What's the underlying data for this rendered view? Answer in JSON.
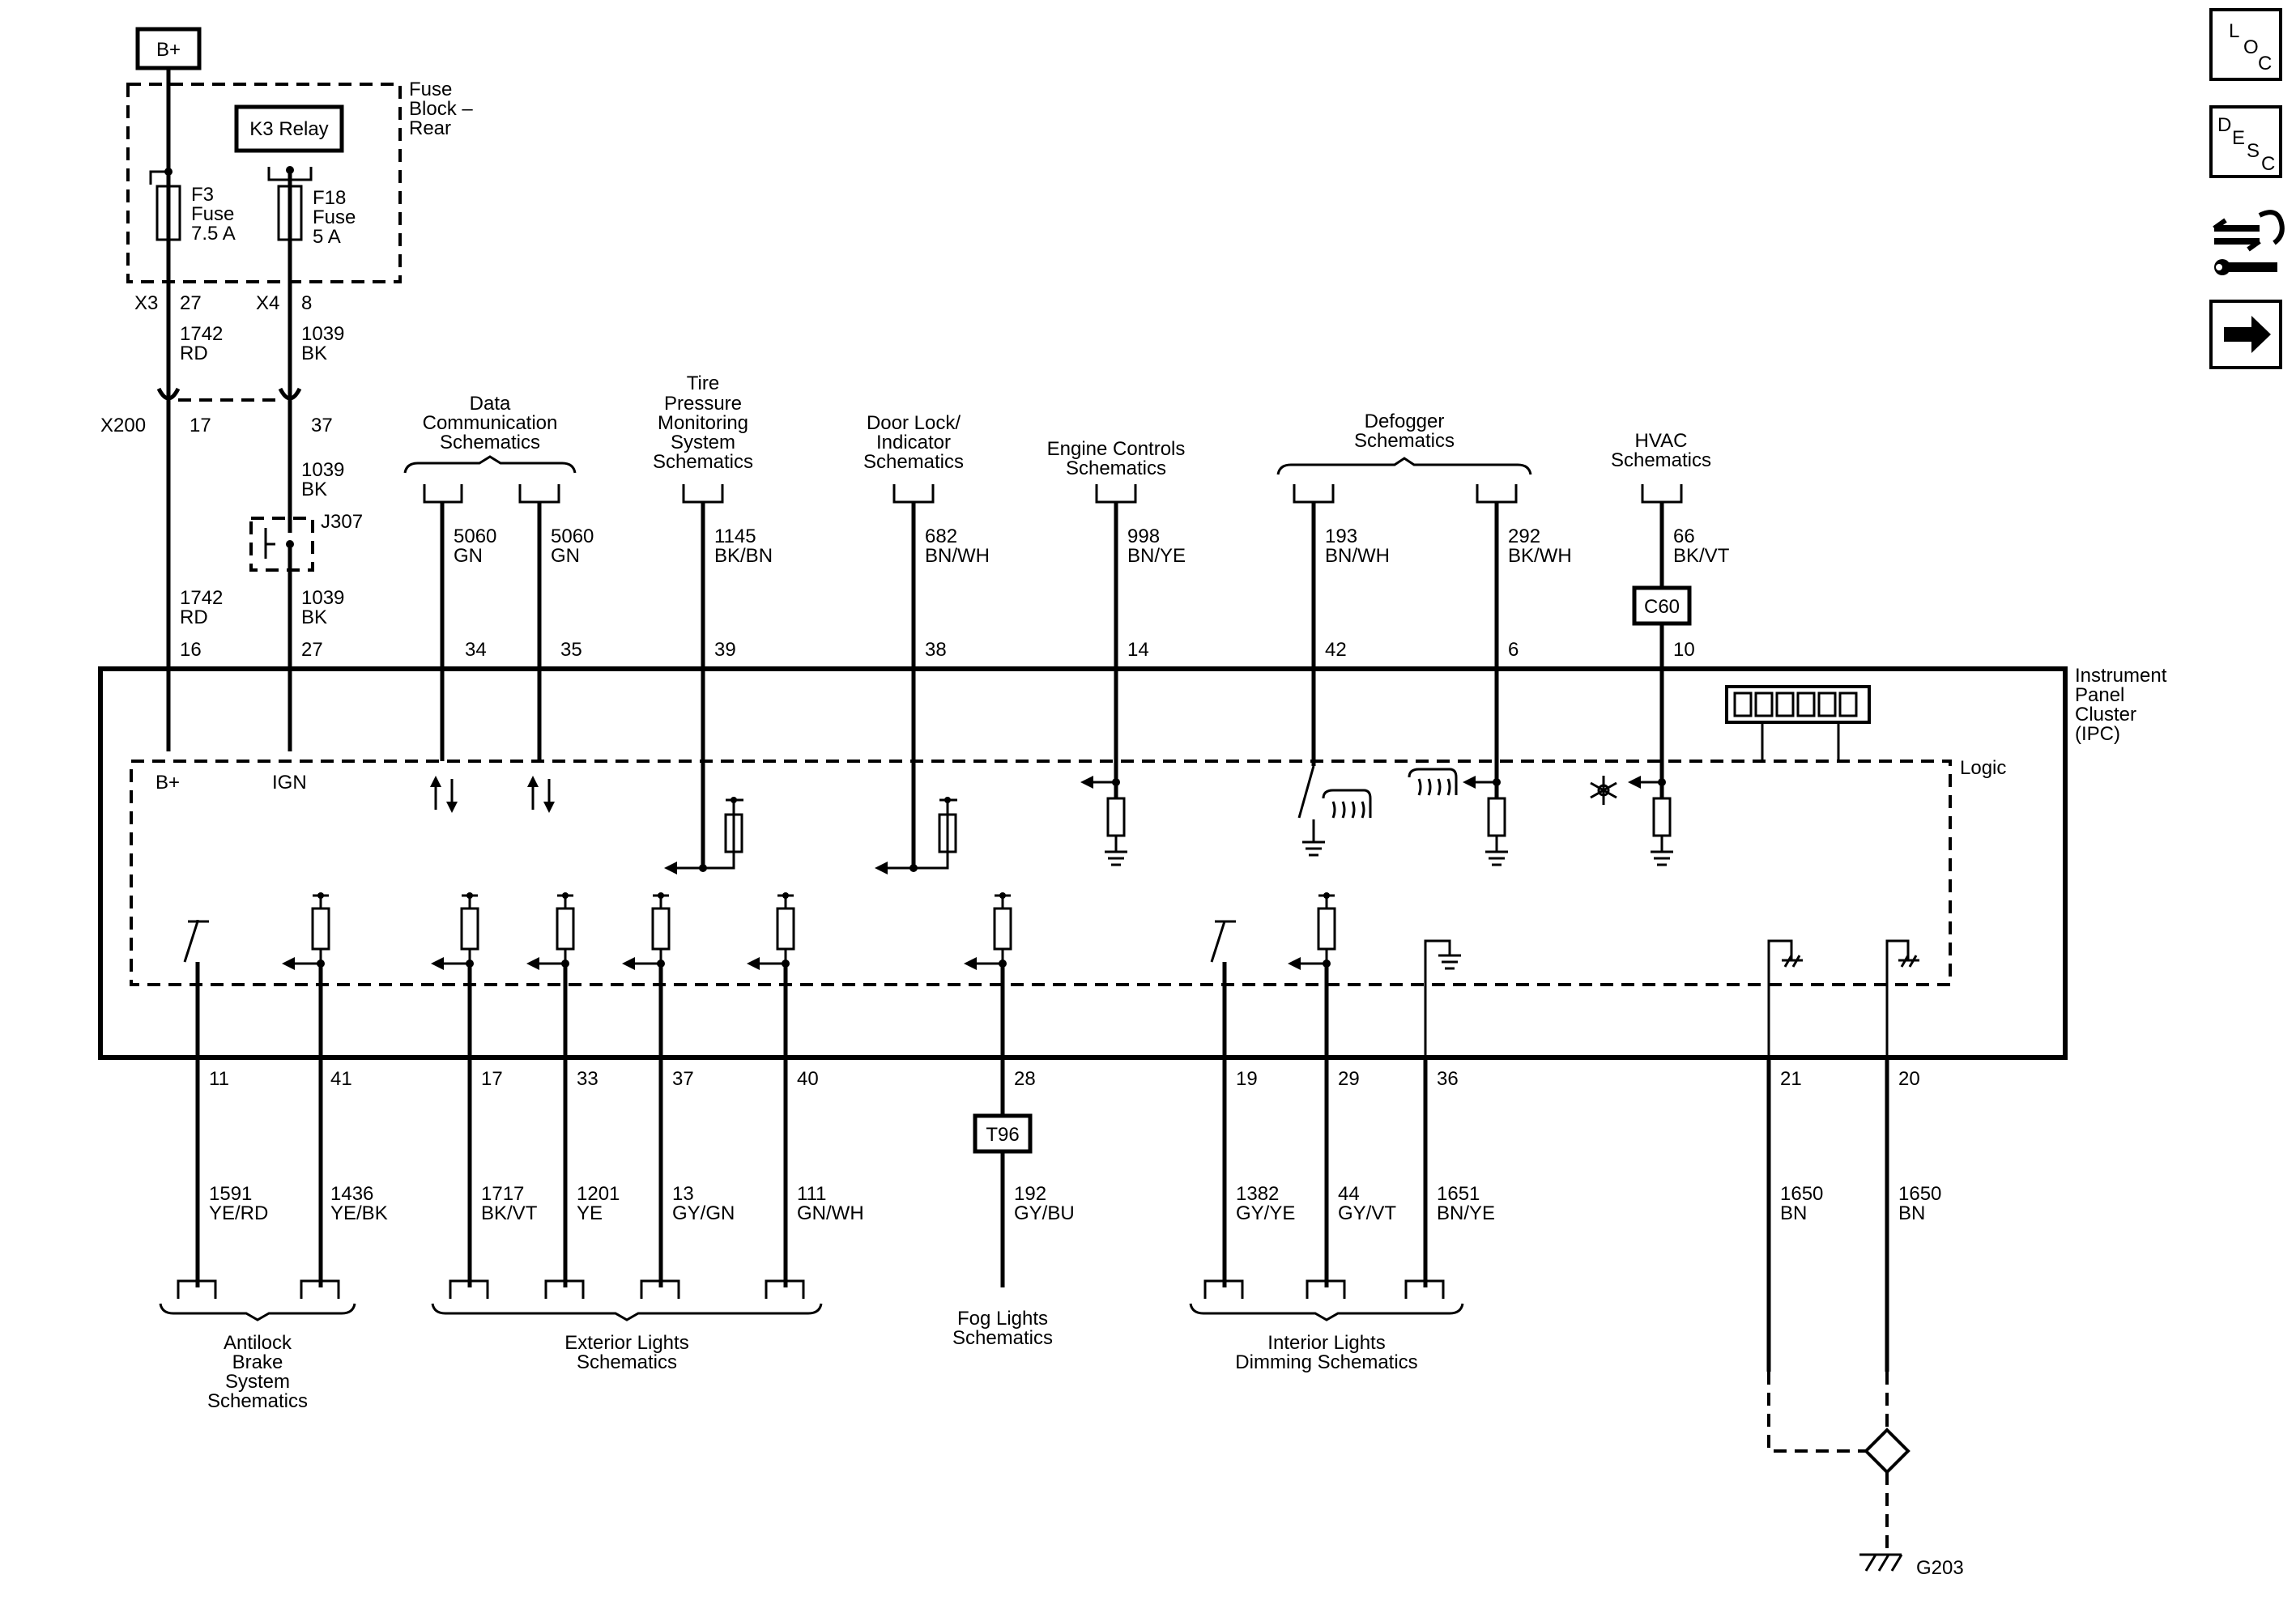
{
  "supply": {
    "bplus_label": "B+",
    "relay_label": "K3 Relay",
    "fuse_block_label": [
      "Fuse",
      "Block –",
      "Rear"
    ],
    "fuse_f3": [
      "F3",
      "Fuse",
      "7.5 A"
    ],
    "fuse_f18": [
      "F18",
      "Fuse",
      "5 A"
    ],
    "conn_x3": "X3",
    "pin_x3": "27",
    "conn_x4": "X4",
    "pin_x4": "8",
    "wire_1742_upper": [
      "1742",
      "RD"
    ],
    "wire_1039_upper": [
      "1039",
      "BK"
    ],
    "conn_x200": "X200",
    "pin_x200_17": "17",
    "pin_x200_37": "37",
    "wire_1039_mid": [
      "1039",
      "BK"
    ],
    "splice_j307": "J307",
    "wire_1742_lower": [
      "1742",
      "RD"
    ],
    "wire_1039_lower": [
      "1039",
      "BK"
    ]
  },
  "top_groups": [
    {
      "label": [
        "Data",
        "Communication",
        "Schematics"
      ]
    },
    {
      "label": [
        "Tire",
        "Pressure",
        "Monitoring",
        "System",
        "Schematics"
      ]
    },
    {
      "label": [
        "Door Lock/",
        "Indicator",
        "Schematics"
      ]
    },
    {
      "label": [
        "Engine Controls",
        "Schematics"
      ]
    },
    {
      "label": [
        "Defogger",
        "Schematics"
      ]
    },
    {
      "label": [
        "HVAC",
        "Schematics"
      ]
    }
  ],
  "top_wires": [
    {
      "circuit": "5060",
      "color": "GN",
      "pin": "34"
    },
    {
      "circuit": "5060",
      "color": "GN",
      "pin": "35"
    },
    {
      "circuit": "1145",
      "color": "BK/BN",
      "pin": "39"
    },
    {
      "circuit": "682",
      "color": "BN/WH",
      "pin": "38"
    },
    {
      "circuit": "998",
      "color": "BN/YE",
      "pin": "14"
    },
    {
      "circuit": "193",
      "color": "BN/WH",
      "pin": "42"
    },
    {
      "circuit": "292",
      "color": "BK/WH",
      "pin": "6"
    },
    {
      "circuit": "66",
      "color": "BK/VT",
      "pin": "10"
    }
  ],
  "c60_label": "C60",
  "ipc": {
    "pin_bplus": "16",
    "pin_ign": "27",
    "label": [
      "Instrument",
      "Panel",
      "Cluster",
      "(IPC)"
    ],
    "logic_label": "Logic",
    "bplus_inner": "B+",
    "ign_inner": "IGN"
  },
  "bottom_wires": [
    {
      "pin": "11",
      "circuit": "1591",
      "color": "YE/RD"
    },
    {
      "pin": "41",
      "circuit": "1436",
      "color": "YE/BK"
    },
    {
      "pin": "17",
      "circuit": "1717",
      "color": "BK/VT"
    },
    {
      "pin": "33",
      "circuit": "1201",
      "color": "YE"
    },
    {
      "pin": "37",
      "circuit": "13",
      "color": "GY/GN"
    },
    {
      "pin": "40",
      "circuit": "111",
      "color": "GN/WH"
    },
    {
      "pin": "28",
      "circuit": "192",
      "color": "GY/BU"
    },
    {
      "pin": "19",
      "circuit": "1382",
      "color": "GY/YE"
    },
    {
      "pin": "29",
      "circuit": "44",
      "color": "GY/VT"
    },
    {
      "pin": "36",
      "circuit": "1651",
      "color": "BN/YE"
    },
    {
      "pin": "21",
      "circuit": "1650",
      "color": "BN"
    },
    {
      "pin": "20",
      "circuit": "1650",
      "color": "BN"
    }
  ],
  "t96_label": "T96",
  "bottom_groups": [
    {
      "label": [
        "Antilock",
        "Brake",
        "System",
        "Schematics"
      ]
    },
    {
      "label": [
        "Exterior Lights",
        "Schematics"
      ]
    },
    {
      "label": [
        "Fog Lights",
        "Schematics"
      ]
    },
    {
      "label": [
        "Interior Lights",
        "Dimming Schematics"
      ]
    }
  ],
  "ground_label": "G203",
  "nav": {
    "loc": [
      "L",
      "O",
      "C"
    ],
    "desc": [
      "D",
      "E",
      "S",
      "C"
    ]
  },
  "icons": [
    "loc-icon",
    "desc-icon",
    "connector-tool-icon",
    "next-arrow-icon",
    "display-icon",
    "snowflake-icon",
    "defogger-icon",
    "ground-icon"
  ]
}
